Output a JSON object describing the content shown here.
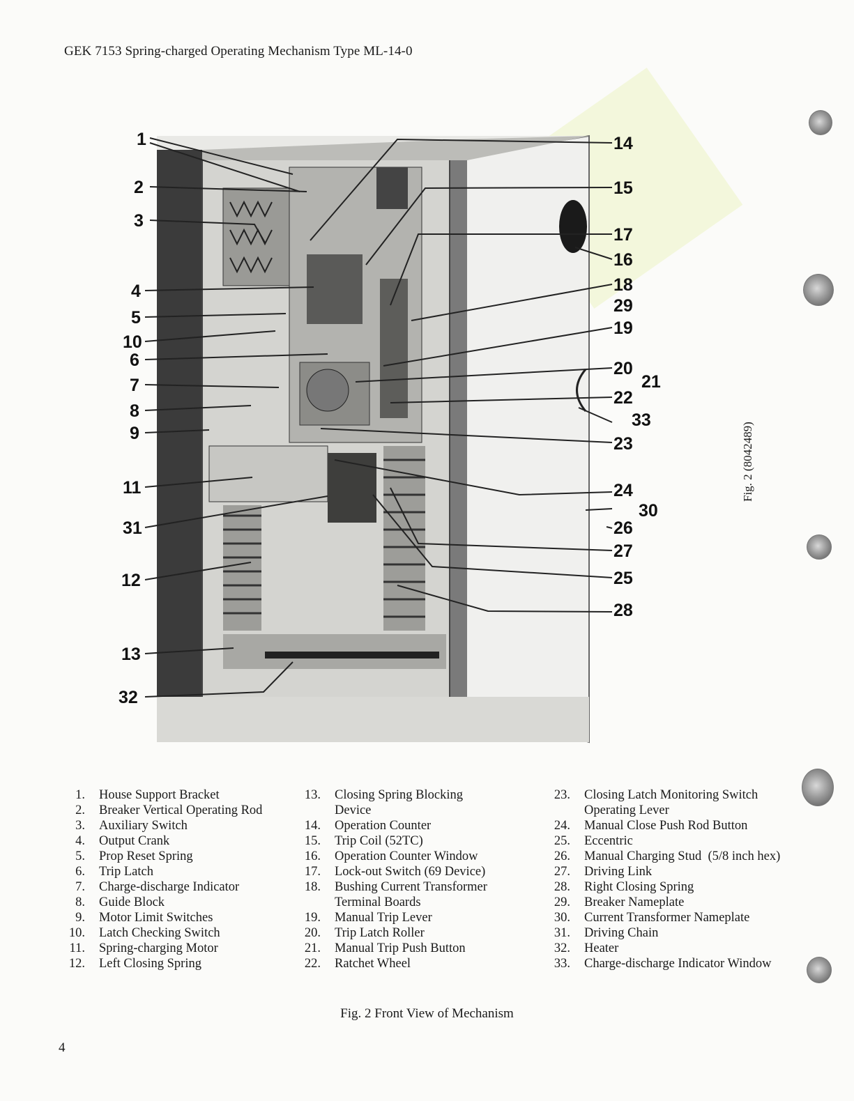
{
  "header": {
    "title": "GEK 7153 Spring-charged Operating Mechanism Type ML-14-0"
  },
  "figure": {
    "photo_id": "Fig. 2 (8042489)",
    "callouts": [
      "1",
      "2",
      "3",
      "4",
      "5",
      "10",
      "6",
      "7",
      "8",
      "9",
      "11",
      "31",
      "12",
      "13",
      "32",
      "14",
      "15",
      "17",
      "16",
      "18",
      "29",
      "19",
      "20",
      "21",
      "22",
      "33",
      "23",
      "24",
      "30",
      "26",
      "27",
      "25",
      "28"
    ]
  },
  "legend": {
    "col1": [
      {
        "num": "1.",
        "label": "House Support Bracket"
      },
      {
        "num": "2.",
        "label": "Breaker Vertical Operating Rod"
      },
      {
        "num": "3.",
        "label": "Auxiliary Switch"
      },
      {
        "num": "4.",
        "label": "Output Crank"
      },
      {
        "num": "5.",
        "label": "Prop Reset Spring"
      },
      {
        "num": "6.",
        "label": "Trip Latch"
      },
      {
        "num": "7.",
        "label": "Charge-discharge Indicator"
      },
      {
        "num": "8.",
        "label": "Guide Block"
      },
      {
        "num": "9.",
        "label": "Motor Limit Switches"
      },
      {
        "num": "10.",
        "label": "Latch Checking Switch"
      },
      {
        "num": "11.",
        "label": "Spring-charging Motor"
      },
      {
        "num": "12.",
        "label": "Left Closing Spring"
      }
    ],
    "col2": [
      {
        "num": "13.",
        "label": "Closing Spring Blocking Device"
      },
      {
        "num": "14.",
        "label": "Operation Counter"
      },
      {
        "num": "15.",
        "label": "Trip Coil (52TC)"
      },
      {
        "num": "16.",
        "label": "Operation Counter Window"
      },
      {
        "num": "17.",
        "label": "Lock-out Switch (69 Device)"
      },
      {
        "num": "18.",
        "label": "Bushing Current Transformer Terminal Boards"
      },
      {
        "num": "19.",
        "label": "Manual Trip Lever"
      },
      {
        "num": "20.",
        "label": "Trip Latch Roller"
      },
      {
        "num": "21.",
        "label": "Manual Trip Push Button"
      },
      {
        "num": "22.",
        "label": "Ratchet Wheel"
      }
    ],
    "col3": [
      {
        "num": "23.",
        "label": "Closing Latch Monitoring Switch Operating Lever"
      },
      {
        "num": "24.",
        "label": "Manual Close Push Rod Button"
      },
      {
        "num": "25.",
        "label": "Eccentric"
      },
      {
        "num": "26.",
        "label": "Manual Charging Stud  (5/8 inch hex)"
      },
      {
        "num": "27.",
        "label": "Driving Link"
      },
      {
        "num": "28.",
        "label": "Right Closing Spring"
      },
      {
        "num": "29.",
        "label": "Breaker Nameplate"
      },
      {
        "num": "30.",
        "label": "Current Transformer Nameplate"
      },
      {
        "num": "31.",
        "label": "Driving Chain"
      },
      {
        "num": "32.",
        "label": "Heater"
      },
      {
        "num": "33.",
        "label": "Charge-discharge Indicator Window"
      }
    ]
  },
  "caption": "Fig. 2  Front View of Mechanism",
  "page_number": "4"
}
